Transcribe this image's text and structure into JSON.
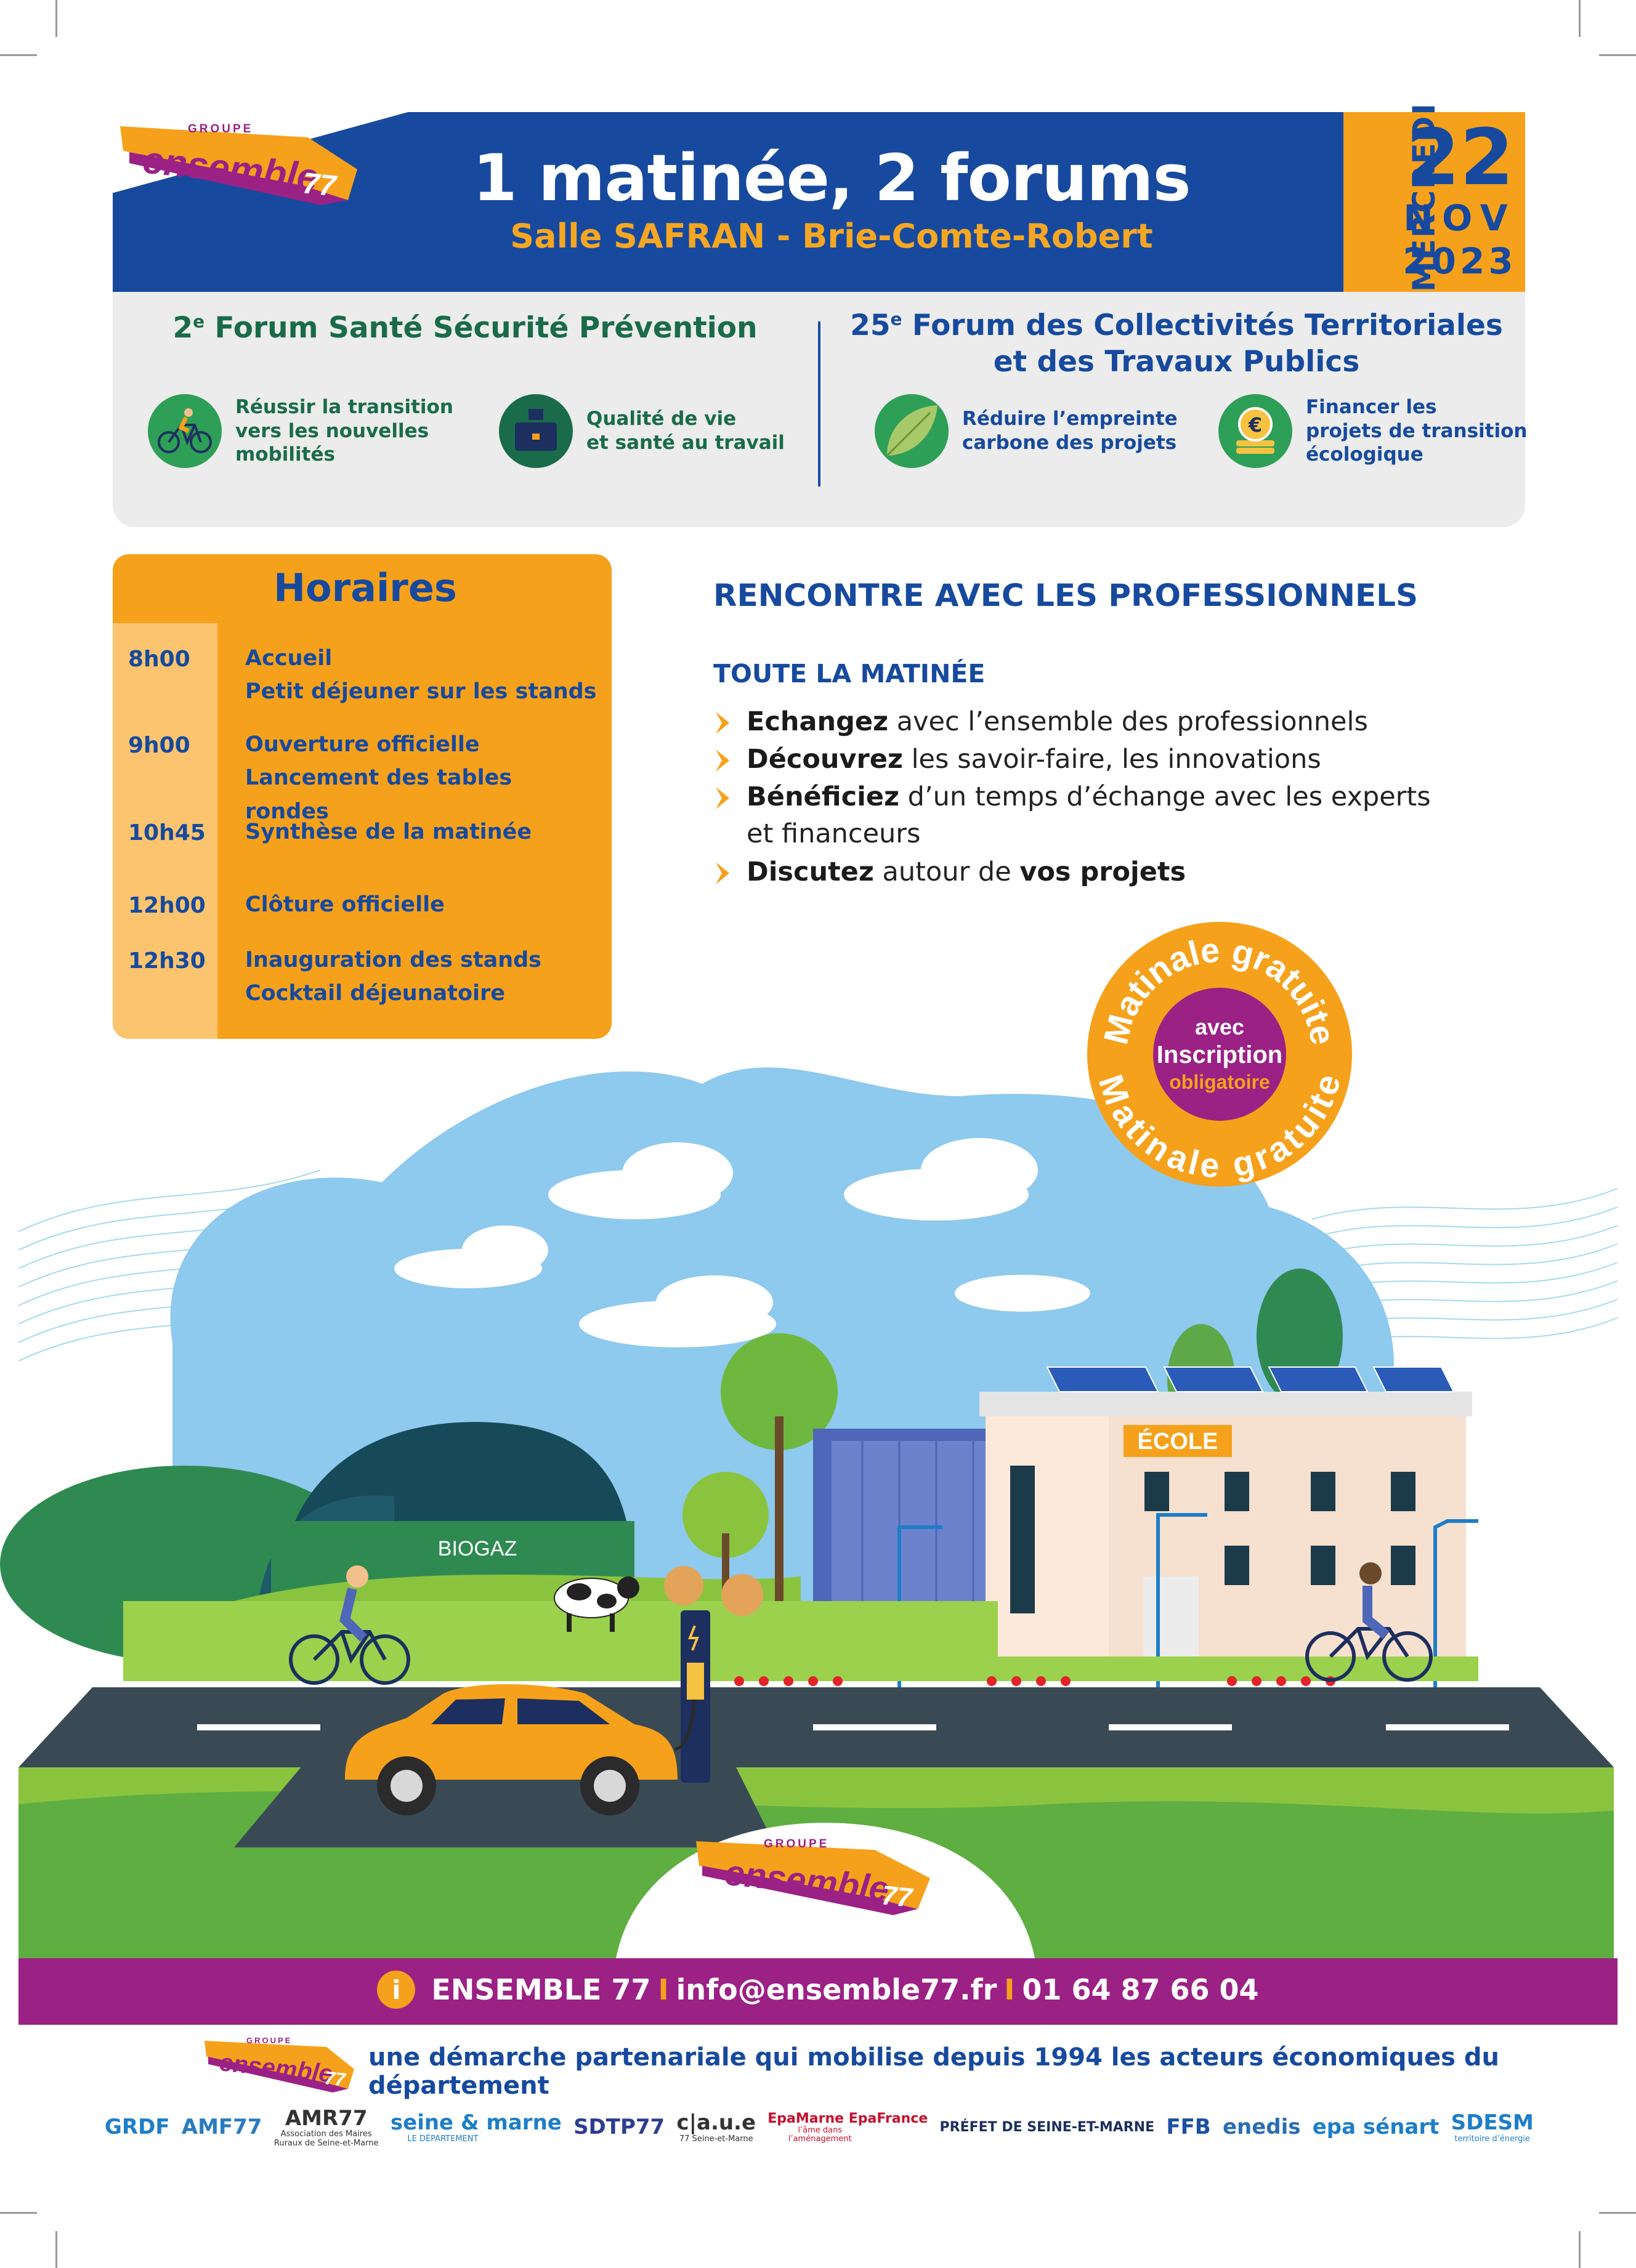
{
  "header": {
    "group_label": "GROUPE",
    "logo_word": "ensemble",
    "logo_number": "77",
    "title": "1 matinée, 2 forums",
    "venue": "Salle SAFRAN - Brie-Comte-Robert",
    "date": {
      "weekday": "MERCREDI",
      "day": "22",
      "month": "NOV",
      "year": "2023"
    }
  },
  "forums": {
    "forum1": {
      "ordinal": "2",
      "ordinal_suffix": "e",
      "title": "Forum Santé Sécurité Prévention",
      "topics": [
        {
          "icon": "bicycle-icon",
          "line1": "Réussir la transition",
          "line2": "vers les nouvelles",
          "line3": "mobilités"
        },
        {
          "icon": "briefcase-icon",
          "line1": "Qualité de vie",
          "line2": "et santé au travail"
        }
      ]
    },
    "forum2": {
      "ordinal": "25",
      "ordinal_suffix": "e",
      "title_line1": "Forum des Collectivités Territoriales",
      "title_line2": "et des Travaux Publics",
      "topics": [
        {
          "icon": "leaf-icon",
          "line1": "Réduire l’empreinte",
          "line2": "carbone des projets"
        },
        {
          "icon": "euro-coin-icon",
          "line1": "Financer les",
          "line2": "projets de transition",
          "line3": "écologique"
        }
      ]
    }
  },
  "horaires": {
    "title": "Horaires",
    "items": [
      {
        "time": "8h00",
        "line1": "Accueil",
        "line2": "Petit déjeuner sur les stands"
      },
      {
        "time": "9h00",
        "line1": "Ouverture officielle",
        "line2": "Lancement des tables rondes"
      },
      {
        "time": "10h45",
        "line1": "Synthèse de la matinée",
        "line2": ""
      },
      {
        "time": "12h00",
        "line1": "Clôture officielle",
        "line2": ""
      },
      {
        "time": "12h30",
        "line1": "Inauguration des stands",
        "line2": "Cocktail déjeunatoire"
      }
    ]
  },
  "rencontre": {
    "title": "RENCONTRE AVEC LES PROFESSIONNELS",
    "subtitle": "TOUTE LA MATINÉE",
    "bullets": [
      {
        "bold": "Echangez",
        "rest": " avec l’ensemble des professionnels"
      },
      {
        "bold": "Découvrez",
        "rest": " les savoir-faire, les innovations"
      },
      {
        "bold": "Bénéficiez",
        "rest": " d’un temps d’échange avec les experts",
        "rest2": "et financeurs"
      },
      {
        "bold": "Discutez",
        "rest": " autour de ",
        "bold2": "vos projets"
      }
    ]
  },
  "badge": {
    "ring_text": "Matinale gratuite",
    "line1": "avec",
    "line2": "Inscription",
    "line3": "obligatoire"
  },
  "illustration": {
    "biogaz_label": "BIOGAZ",
    "ecole_label": "ÉCOLE"
  },
  "footer": {
    "info_icon": "i",
    "org": "ENSEMBLE 77",
    "email": "info@ensemble77.fr",
    "phone": "01 64 87 66 04",
    "separator": "I",
    "tagline": "une démarche partenariale qui mobilise depuis 1994 les acteurs économiques du département",
    "partners": [
      {
        "name": "GRDF",
        "color": "#1e7ec8"
      },
      {
        "name": "AMF77",
        "color": "#2a7bc0"
      },
      {
        "name": "AMR77",
        "sub": "Association des Maires Ruraux de Seine-et-Marne",
        "color": "#333333"
      },
      {
        "name": "seine & marne",
        "sub": "LE DÉPARTEMENT",
        "color": "#1e7ec8"
      },
      {
        "name": "SDTP77",
        "color": "#2d3e8f"
      },
      {
        "name": "c|a.u.e",
        "sub": "77 Seine-et-Marne",
        "color": "#333333"
      },
      {
        "name": "EpaMarne EpaFrance",
        "sub": "l’âme dans l’aménagement",
        "color": "#c8102e"
      },
      {
        "name": "PRÉFET DE SEINE-ET-MARNE",
        "color": "#1d2f5e"
      },
      {
        "name": "FFB",
        "color": "#1d4fa0"
      },
      {
        "name": "enedis",
        "color": "#2a6db5"
      },
      {
        "name": "epa sénart",
        "color": "#1e7ec8"
      },
      {
        "name": "SDESM",
        "sub": "territoire d’énergie",
        "color": "#1e7ec8"
      }
    ]
  },
  "colors": {
    "blue": "#174a9e",
    "orange": "#f6a11b",
    "purple": "#9b2185",
    "green": "#1a6b4a",
    "panel_grey": "#ececec"
  }
}
